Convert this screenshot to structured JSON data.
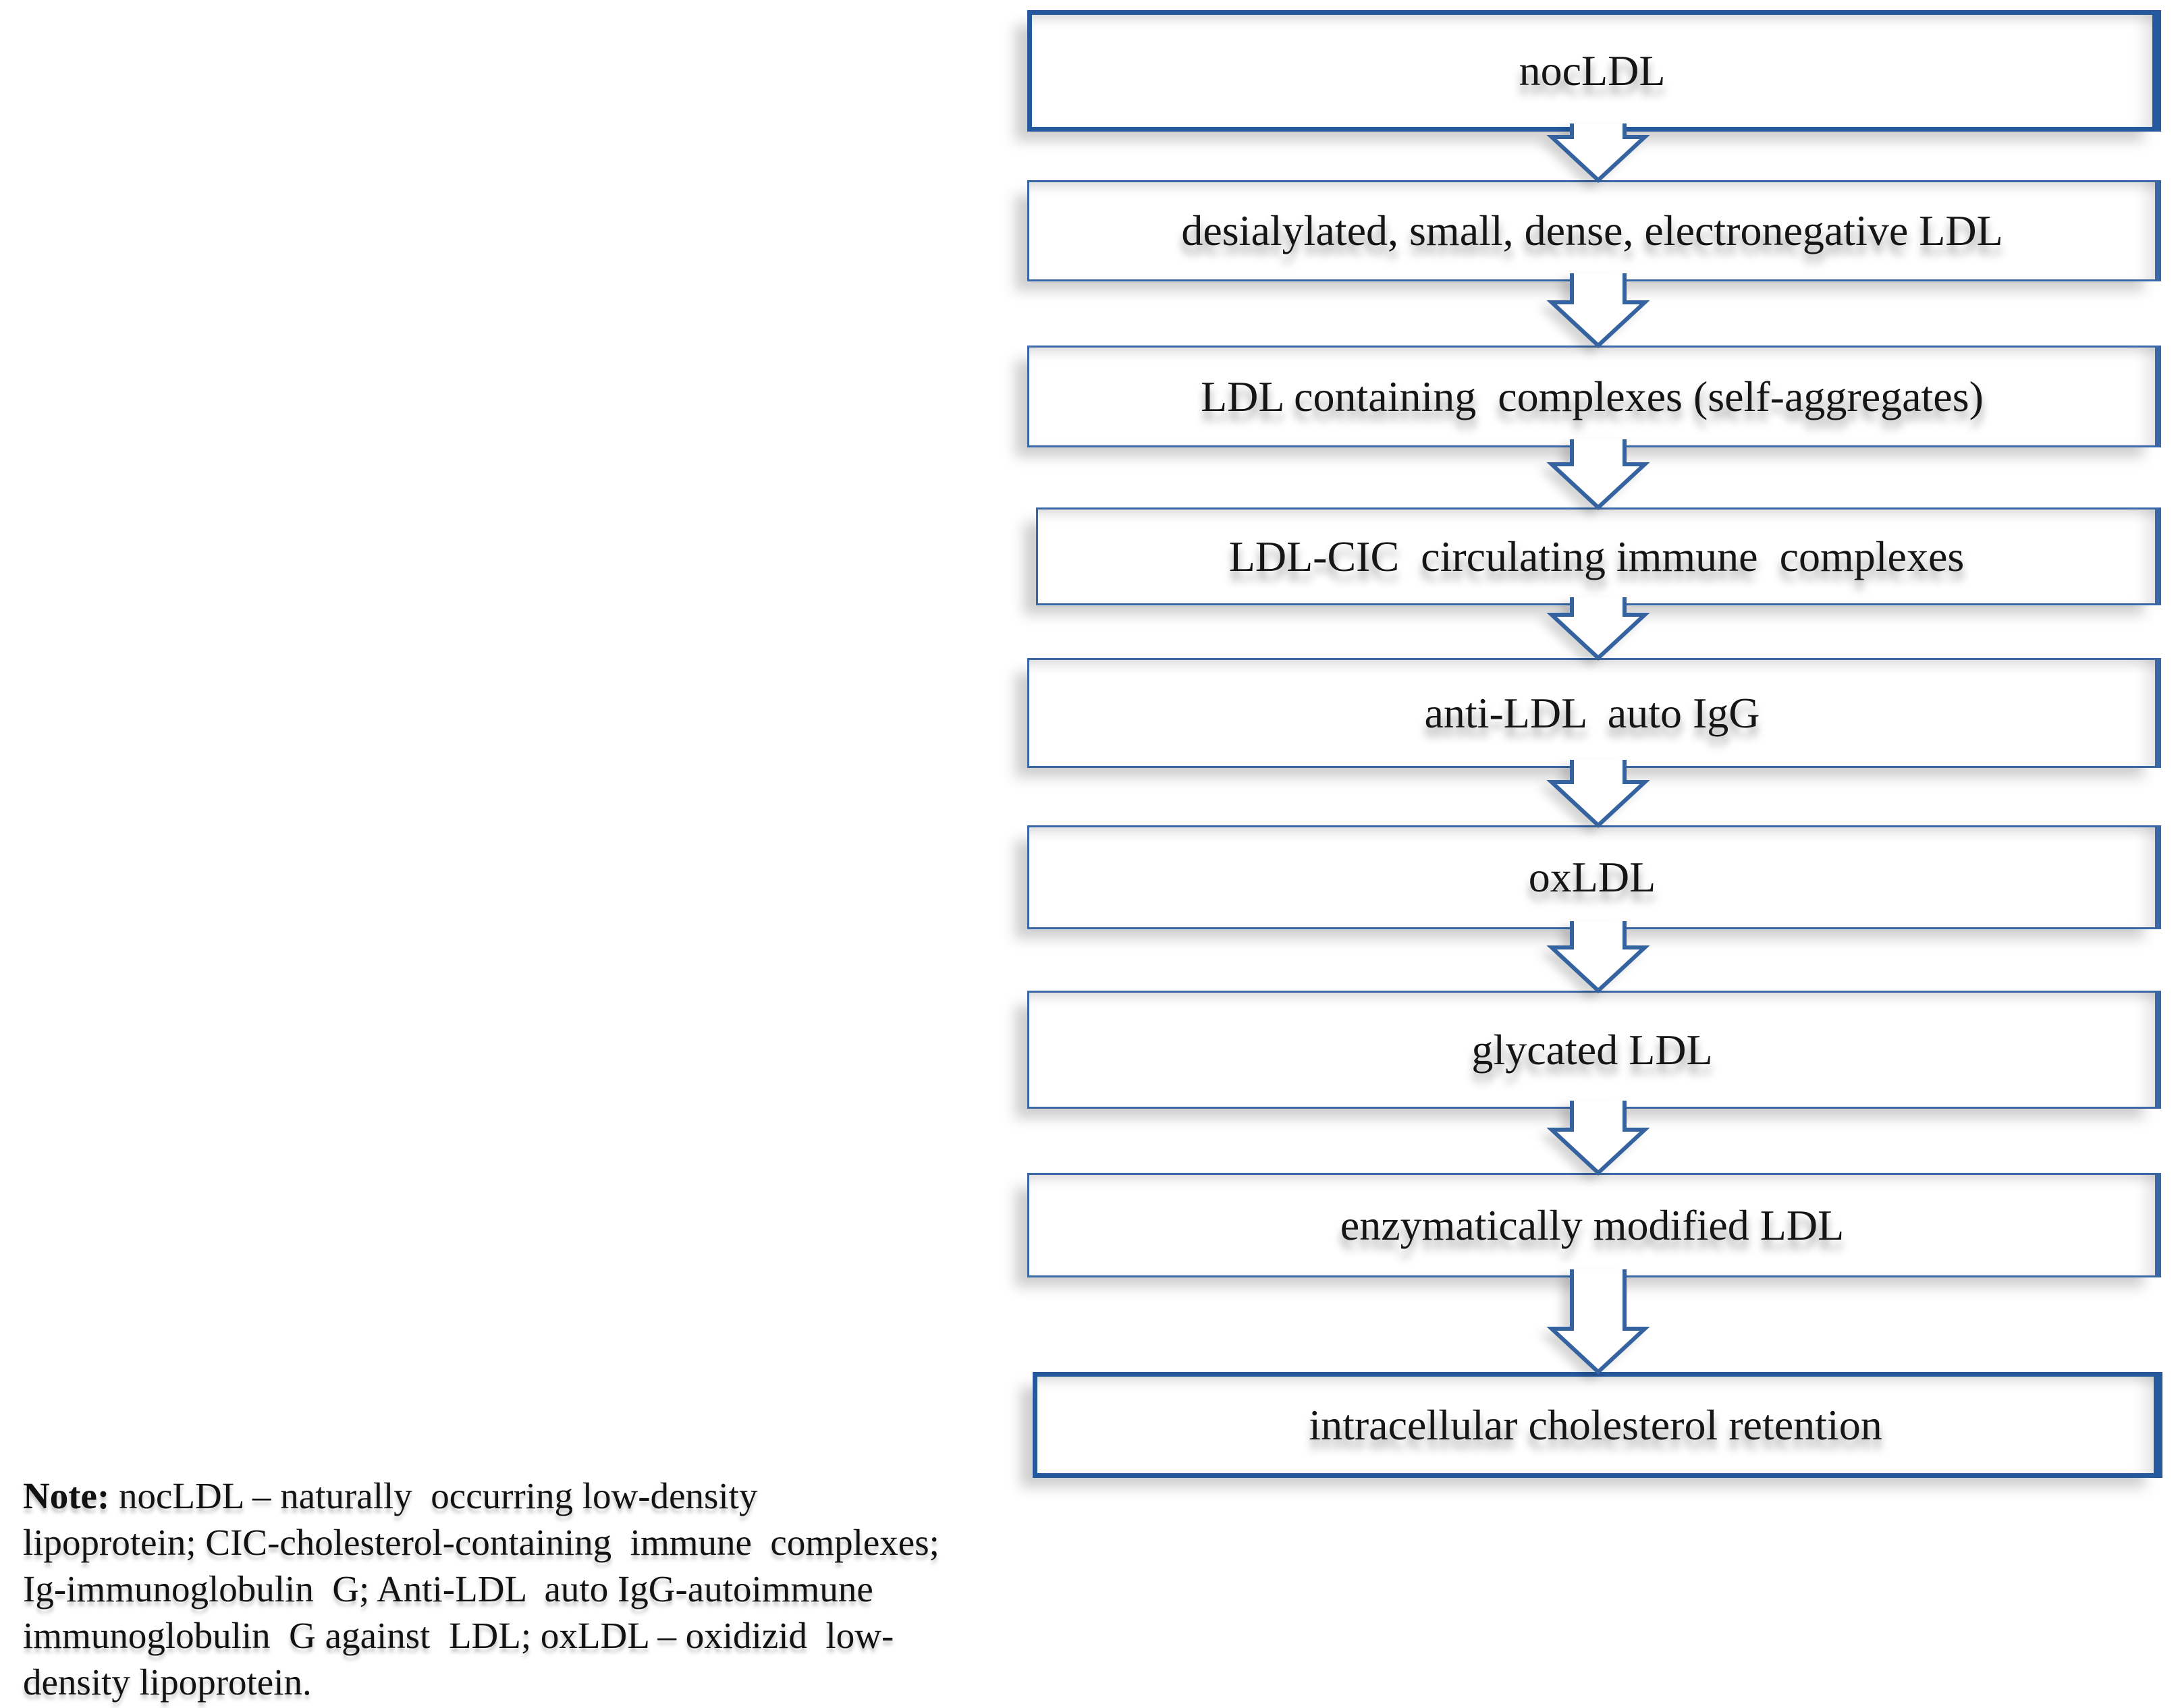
{
  "figure_type": "flowchart",
  "colors": {
    "background": "#ffffff",
    "box_border": "#3a67a6",
    "box_border_emphasis": "#24599e",
    "arrow_outline": "#35639f",
    "text": "#151515"
  },
  "flowchart": {
    "arrow_icon": "down-arrow",
    "boxes": [
      {
        "label": "nocLDL"
      },
      {
        "label": "desialylated, small, dense, electronegative LDL"
      },
      {
        "label": "LDL containing  complexes (self-aggregates)"
      },
      {
        "label": "LDL-CIC  circulating immune  complexes"
      },
      {
        "label": "anti-LDL  auto IgG"
      },
      {
        "label": "oxLDL"
      },
      {
        "label": "glycated LDL"
      },
      {
        "label": "enzymatically modified LDL"
      },
      {
        "label": "intracellular cholesterol retention"
      }
    ]
  },
  "note": {
    "label": "Note:",
    "lines": [
      " nocLDL – naturally  occurring low-density",
      "lipoprotein; CIC-cholesterol-containing  immune  complexes;",
      "Ig-immunoglobulin  G; Anti-LDL  auto IgG-autoimmune",
      "immunoglobulin  G against  LDL; oxLDL – oxidizid  low-",
      "density lipoprotein."
    ]
  }
}
